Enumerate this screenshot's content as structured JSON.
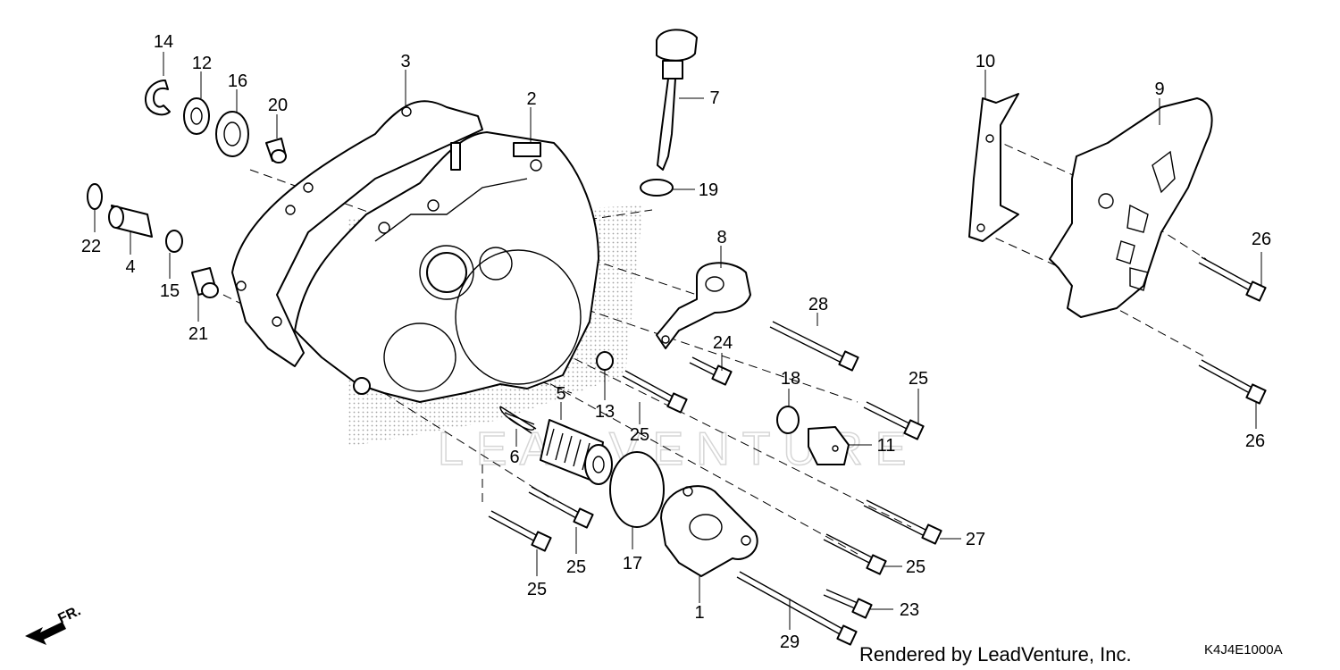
{
  "diagram": {
    "callouts": {
      "c1": "1",
      "c2": "2",
      "c3": "3",
      "c4": "4",
      "c5": "5",
      "c6": "6",
      "c7": "7",
      "c8": "8",
      "c9": "9",
      "c10": "10",
      "c11": "11",
      "c12": "12",
      "c13": "13",
      "c14": "14",
      "c15": "15",
      "c16": "16",
      "c17": "17",
      "c18": "18",
      "c19": "19",
      "c20": "20",
      "c21": "21",
      "c22": "22",
      "c23": "23",
      "c24": "24",
      "c25a": "25",
      "c25b": "25",
      "c25c": "25",
      "c25d": "25",
      "c25e": "25",
      "c26a": "26",
      "c26b": "26",
      "c27": "27",
      "c28": "28",
      "c29": "29"
    },
    "front_marker": "FR.",
    "watermark": "LEADVENTURE",
    "credit": "Rendered by LeadVenture, Inc.",
    "figure_code": "K4J4E1000A"
  }
}
